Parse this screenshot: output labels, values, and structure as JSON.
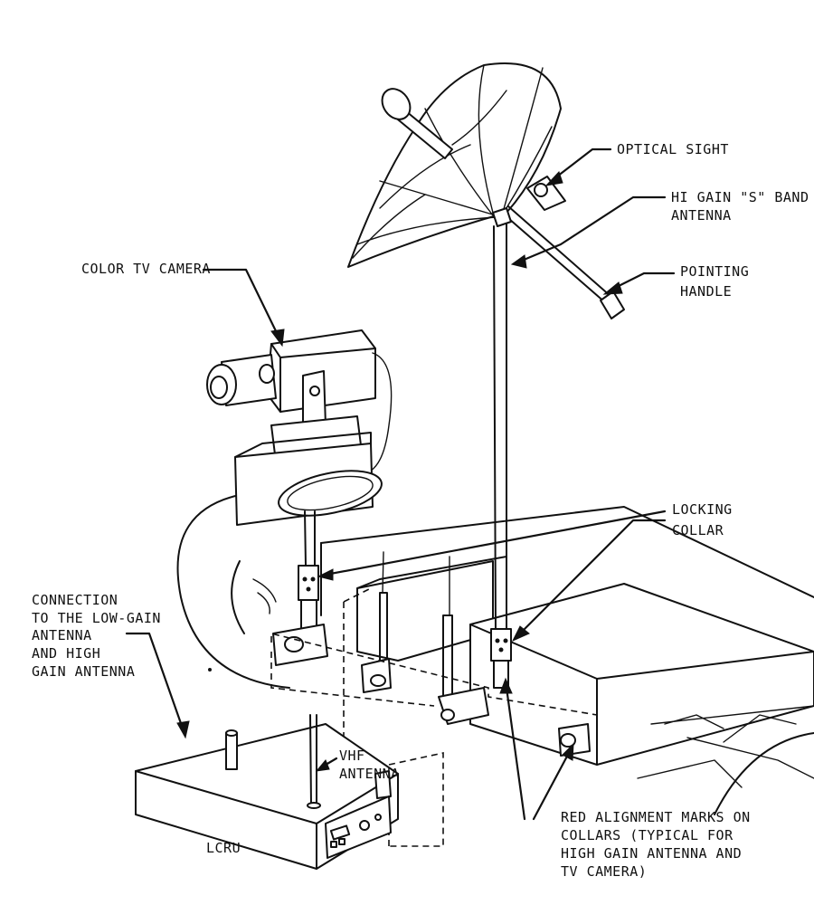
{
  "labels": {
    "optical_sight": "OPTICAL SIGHT",
    "hi_gain_l1": "HI GAIN \"S\" BAND",
    "hi_gain_l2": "ANTENNA",
    "pointing_l1": "POINTING",
    "pointing_l2": "HANDLE",
    "color_tv_camera": "COLOR TV CAMERA",
    "locking_l1": "LOCKING",
    "locking_l2": "COLLAR",
    "connection_l1": "CONNECTION",
    "connection_l2": "TO THE LOW-GAIN",
    "connection_l3": "ANTENNA",
    "connection_l4": "AND HIGH",
    "connection_l5": "GAIN ANTENNA",
    "vhf_l1": "VHF",
    "vhf_l2": "ANTENNA",
    "lcru": "LCRU",
    "red_l1": "RED ALIGNMENT MARKS ON",
    "red_l2": "COLLARS (TYPICAL FOR",
    "red_l3": "HIGH GAIN ANTENNA AND",
    "red_l4": "TV CAMERA)"
  },
  "icons": {
    "dish": "high-gain-dish-antenna",
    "camera": "tv-camera",
    "lcru": "lcru-box"
  }
}
